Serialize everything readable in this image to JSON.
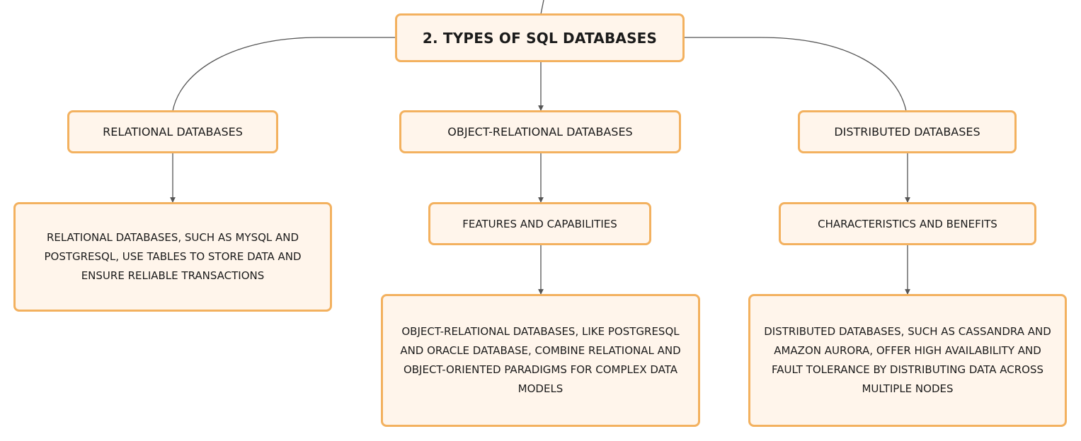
{
  "root": {
    "title": "2. TYPES OF SQL DATABASES"
  },
  "branches": {
    "relational": {
      "label": "RELATIONAL DATABASES",
      "description": "RELATIONAL DATABASES, SUCH AS MYSQL AND POSTGRESQL, USE TABLES TO STORE DATA AND ENSURE RELIABLE TRANSACTIONS"
    },
    "object_relational": {
      "label": "OBJECT-RELATIONAL DATABASES",
      "sub_label": "FEATURES AND CAPABILITIES",
      "description": "OBJECT-RELATIONAL DATABASES, LIKE POSTGRESQL AND ORACLE DATABASE, COMBINE RELATIONAL AND OBJECT-ORIENTED PARADIGMS FOR COMPLEX DATA MODELS"
    },
    "distributed": {
      "label": "DISTRIBUTED DATABASES",
      "sub_label": "CHARACTERISTICS AND BENEFITS",
      "description": "DISTRIBUTED DATABASES, SUCH AS CASSANDRA AND AMAZON AURORA, OFFER HIGH AVAILABILITY AND FAULT TOLERANCE BY DISTRIBUTING DATA ACROSS MULTIPLE NODES"
    }
  },
  "colors": {
    "node_fill": "#fff5eb",
    "node_border": "#f3b15f",
    "connector": "#555555"
  }
}
